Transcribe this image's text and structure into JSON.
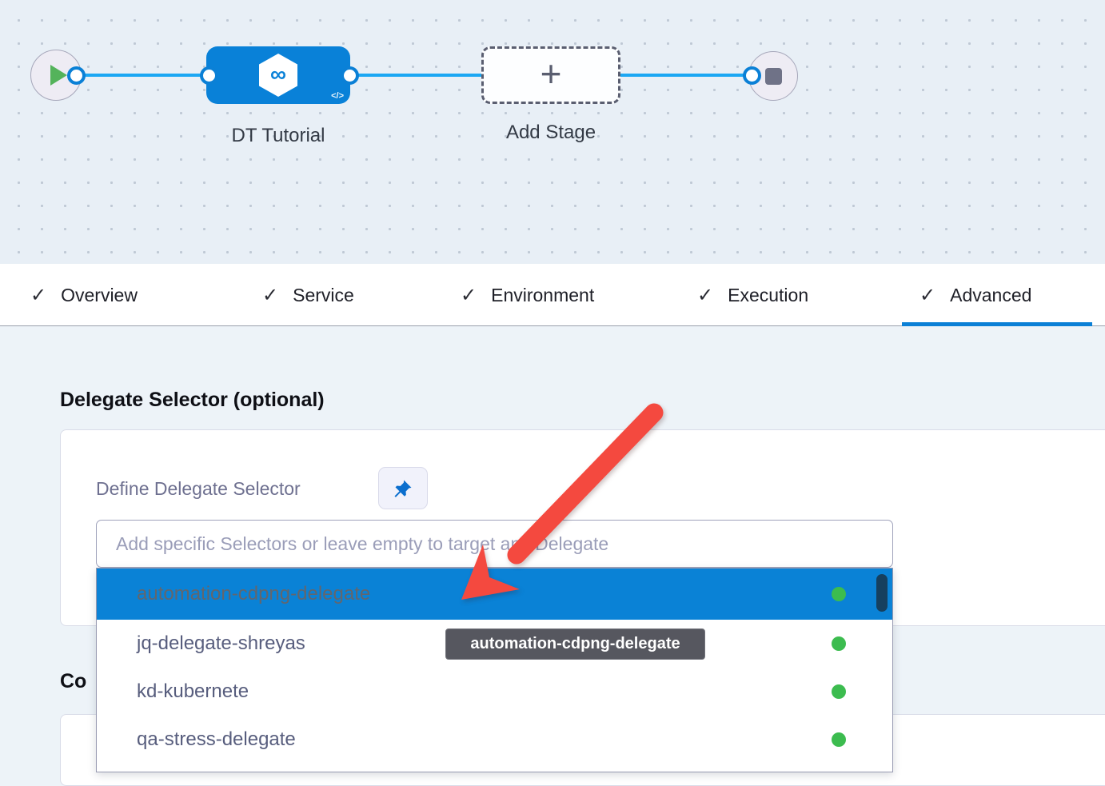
{
  "colors": {
    "accent": "#0b80d6",
    "edge": "#1ca7f3",
    "stage": "#0981d8",
    "selected_bg": "#0a82d6",
    "status_green": "#3cbc4f",
    "arrow_red": "#f4493f",
    "tooltip_bg": "#56575f"
  },
  "canvas": {
    "stage_label": "DT Tutorial",
    "add_stage_label": "Add Stage",
    "code_glyph": "</>",
    "plus_glyph": "+"
  },
  "tabs": {
    "check_glyph": "✓",
    "items": [
      {
        "label": "Overview",
        "active": false
      },
      {
        "label": "Service",
        "active": false
      },
      {
        "label": "Environment",
        "active": false
      },
      {
        "label": "Execution",
        "active": false
      },
      {
        "label": "Advanced",
        "active": true
      }
    ]
  },
  "advanced": {
    "section_title": "Delegate Selector (optional)",
    "define_label": "Define Delegate Selector",
    "pin_icon": "pushpin-icon",
    "selector_input": {
      "value": "",
      "placeholder": "Add specific Selectors or leave empty to target any Delegate"
    },
    "next_section_title_partial": "Co",
    "dropdown": {
      "items": [
        {
          "label": "automation-cdpng-delegate",
          "selected": true,
          "status": "connected"
        },
        {
          "label": "jq-delegate-shreyas",
          "selected": false,
          "status": "connected"
        },
        {
          "label": "kd-kubernete",
          "selected": false,
          "status": "connected"
        },
        {
          "label": "qa-stress-delegate",
          "selected": false,
          "status": "connected"
        }
      ]
    },
    "tooltip_text": "automation-cdpng-delegate"
  }
}
